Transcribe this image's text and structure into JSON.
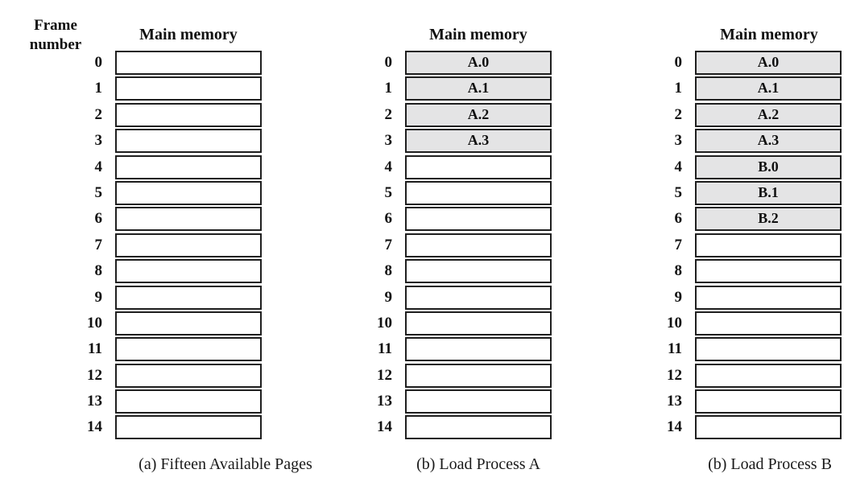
{
  "figure": {
    "frame_axis_label": {
      "line1": "Frame",
      "line2": "number"
    },
    "memory_header": "Main memory",
    "frame_numbers": [
      "0",
      "1",
      "2",
      "3",
      "4",
      "5",
      "6",
      "7",
      "8",
      "9",
      "10",
      "11",
      "12",
      "13",
      "14"
    ],
    "panels": [
      {
        "name": "fifteen-available-pages",
        "caption": "(a) Fifteen Available Pages",
        "cells": [
          "",
          "",
          "",
          "",
          "",
          "",
          "",
          "",
          "",
          "",
          "",
          "",
          "",
          "",
          ""
        ]
      },
      {
        "name": "load-process-a",
        "caption": "(b) Load Process A",
        "cells": [
          "A.0",
          "A.1",
          "A.2",
          "A.3",
          "",
          "",
          "",
          "",
          "",
          "",
          "",
          "",
          "",
          "",
          ""
        ]
      },
      {
        "name": "load-process-b",
        "caption": "(b) Load Process B",
        "cells": [
          "A.0",
          "A.1",
          "A.2",
          "A.3",
          "B.0",
          "B.1",
          "B.2",
          "",
          "",
          "",
          "",
          "",
          "",
          "",
          ""
        ]
      }
    ],
    "colors": {
      "filled_frame_fill": "#e4e4e5",
      "frame_border": "#1f1f1f",
      "text": "#111111"
    }
  }
}
